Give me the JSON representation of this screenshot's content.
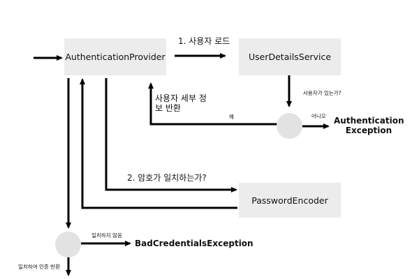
{
  "nodes": {
    "auth_provider": "AuthenticationProvider",
    "user_details_service": "UserDetailsService",
    "password_encoder": "PasswordEncoder",
    "authentication_exception": [
      "Authentication",
      "Exception"
    ],
    "bad_credentials_exception": "BadCredentialsException"
  },
  "edges": {
    "load_user": "1. 사용자 로드",
    "return_user_details": [
      "사용자 세부 정",
      "보 반환"
    ],
    "user_exists_question": "사용자가 있는가?",
    "yes": "예",
    "no": "아니오",
    "password_match_question": "2. 암호가 일치하는가?",
    "not_match": "일치하지 않음",
    "match_return_auth": "일치하여 인증 반환"
  },
  "colors": {
    "box_fill": "#ececec",
    "decision_fill": "#e2e2e2",
    "arrow": "#000000"
  }
}
